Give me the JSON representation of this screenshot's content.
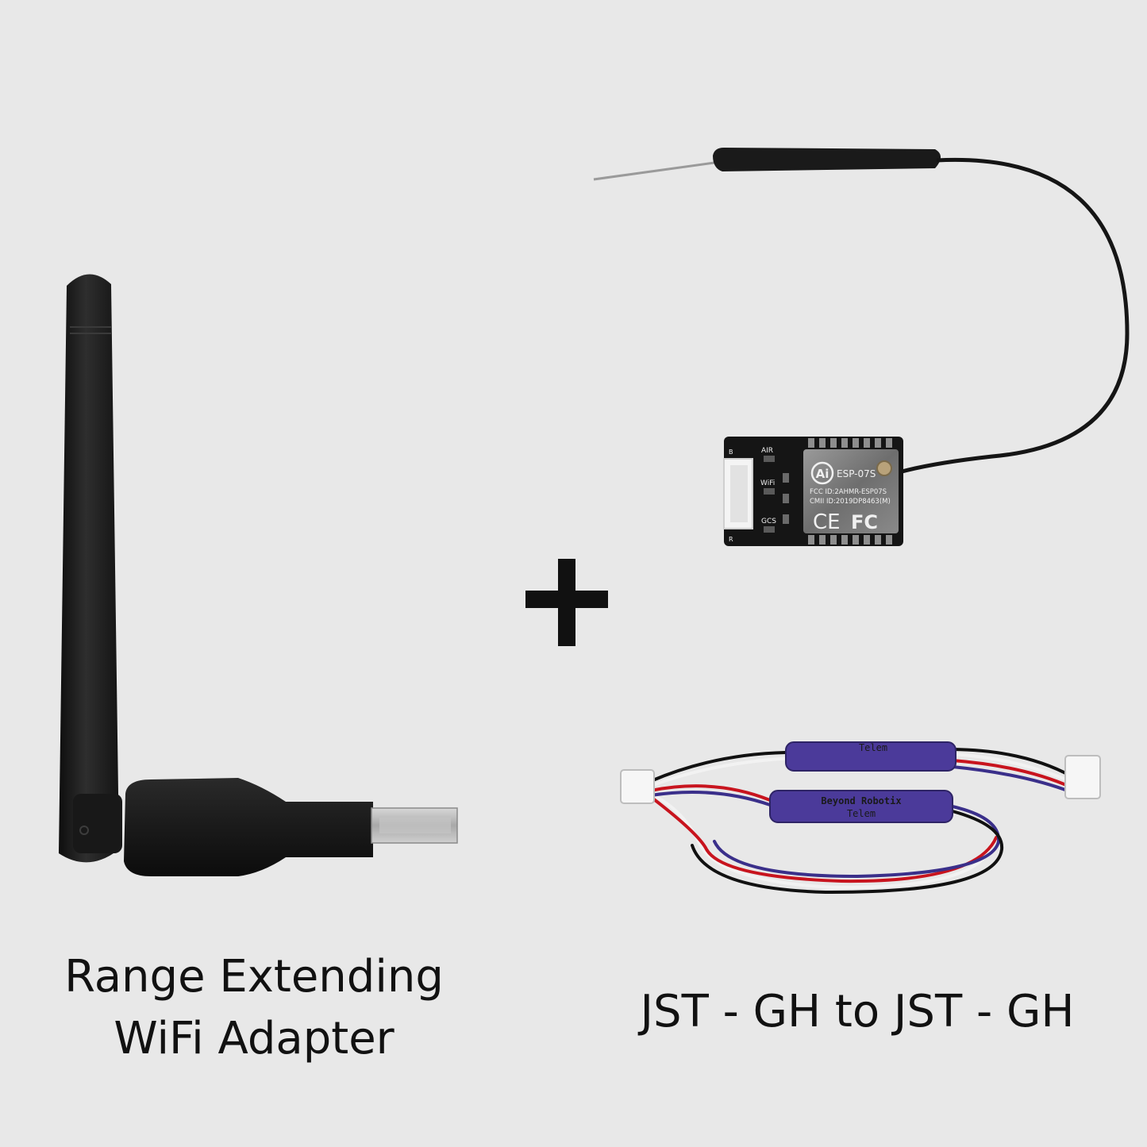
{
  "colors": {
    "background": "#e8e8e8",
    "device_black": "#1c1c1c",
    "usb_metal": "#b8b8b8",
    "heatshrink_purple": "#4b3a9a",
    "wire_red": "#c8141e",
    "wire_blue": "#3a2f8a",
    "wire_white": "#f2f2f2",
    "wire_black": "#111111",
    "plus_sign": "#111111"
  },
  "icons": [
    "plus-icon"
  ],
  "products": {
    "wifi_adapter": {
      "caption_line1": "Range Extending",
      "caption_line2": "WiFi Adapter"
    },
    "esp_module": {
      "board_labels": {
        "air": "AIR",
        "wifi": "WiFi",
        "gcs": "GCS",
        "b": "B",
        "r": "R"
      },
      "chip_model": "ESP-07S",
      "chip_logo": "Ai",
      "fcc_id": "FCC ID:2AHMR-ESP07S",
      "cmii_id": "CMII ID:2019DP8463(M)",
      "marks": {
        "ce": "CE",
        "fc": "FC"
      }
    },
    "cable": {
      "caption": "JST - GH to JST - GH",
      "sleeve_labels": {
        "top": "Telem",
        "bottom_line1": "Beyond Robotix",
        "bottom_line2": "Telem"
      }
    }
  }
}
